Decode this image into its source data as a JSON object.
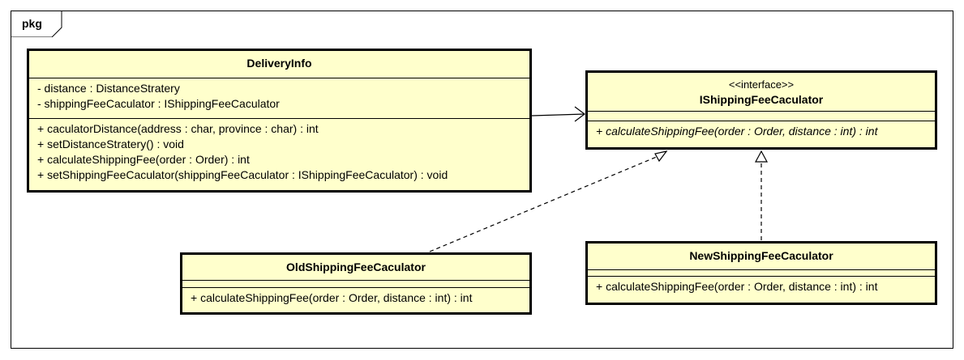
{
  "package": {
    "label": "pkg"
  },
  "classes": {
    "delivery_info": {
      "name": "DeliveryInfo",
      "attributes": [
        "- distance : DistanceStratery",
        "- shippingFeeCaculator : IShippingFeeCaculator"
      ],
      "operations": [
        "+ caculatorDistance(address : char, province : char) : int",
        "+ setDistanceStratery() : void",
        "+ calculateShippingFee(order : Order) : int",
        "+ setShippingFeeCaculator(shippingFeeCaculator : IShippingFeeCaculator) : void"
      ]
    },
    "ishipping": {
      "stereotype": "<<interface>>",
      "name": "IShippingFeeCaculator",
      "operations": [
        "+ calculateShippingFee(order : Order, distance : int) : int"
      ]
    },
    "old_shipping": {
      "name": "OldShippingFeeCaculator",
      "operations": [
        "+ calculateShippingFee(order : Order, distance : int) : int"
      ]
    },
    "new_shipping": {
      "name": "NewShippingFeeCaculator",
      "operations": [
        "+ calculateShippingFee(order : Order, distance : int) : int"
      ]
    }
  },
  "relations": [
    {
      "from": "DeliveryInfo",
      "to": "IShippingFeeCaculator",
      "type": "association"
    },
    {
      "from": "OldShippingFeeCaculator",
      "to": "IShippingFeeCaculator",
      "type": "realization"
    },
    {
      "from": "NewShippingFeeCaculator",
      "to": "IShippingFeeCaculator",
      "type": "realization"
    }
  ]
}
